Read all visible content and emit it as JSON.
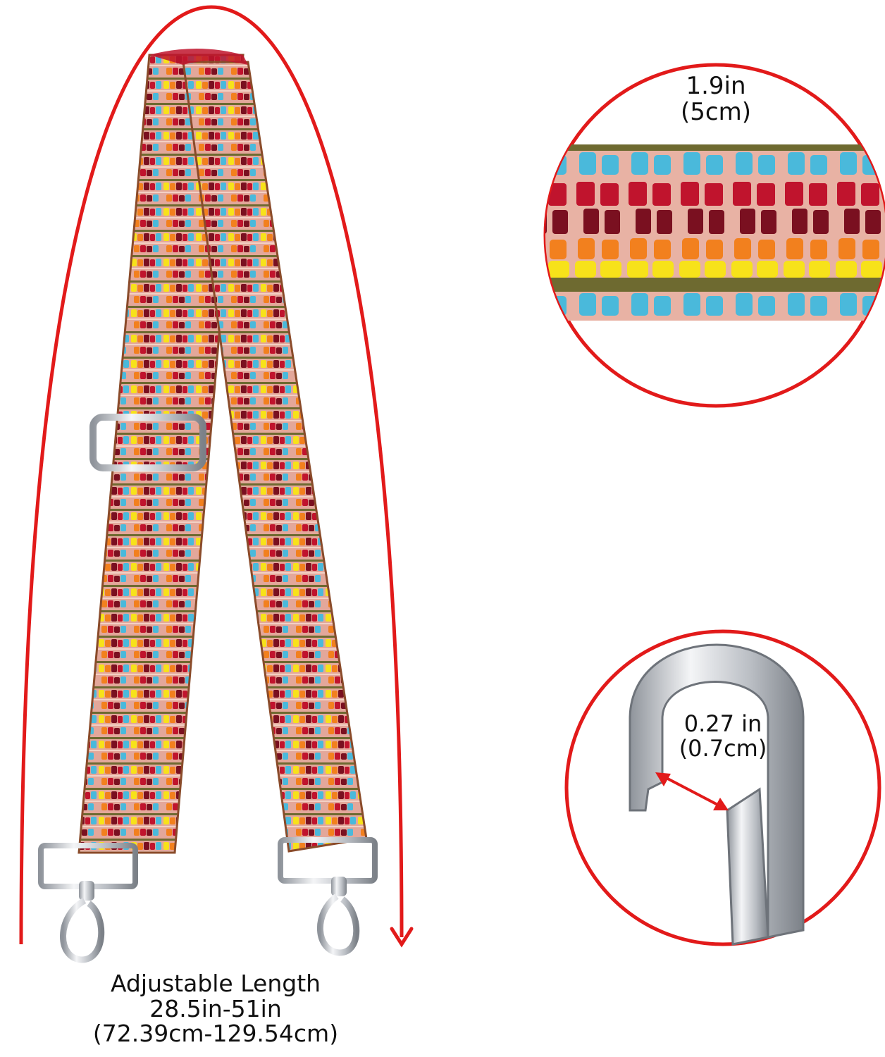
{
  "length": {
    "title": "Adjustable Length",
    "inches": "28.5in-51in",
    "centimeters": "(72.39cm-129.54cm)"
  },
  "width": {
    "inches": "1.9in",
    "centimeters": "(5cm)"
  },
  "hook_gap": {
    "inches": "0.27 in",
    "centimeters": "(0.7cm)"
  },
  "colors": {
    "accent_red": "#e21a1a",
    "thread_yellow": "#f7e21a",
    "thread_orange": "#f2801e",
    "thread_crimson": "#c0142d",
    "thread_maroon": "#7a1020",
    "thread_cyan": "#4ab9db",
    "thread_olive": "#6e6a30",
    "base_pink": "#e3a79a",
    "metal": "#c9ccd1"
  },
  "icons": [
    "measure-arc-arrow-icon",
    "double-arrow-icon",
    "strap-slider-icon",
    "swivel-clasp-icon"
  ]
}
